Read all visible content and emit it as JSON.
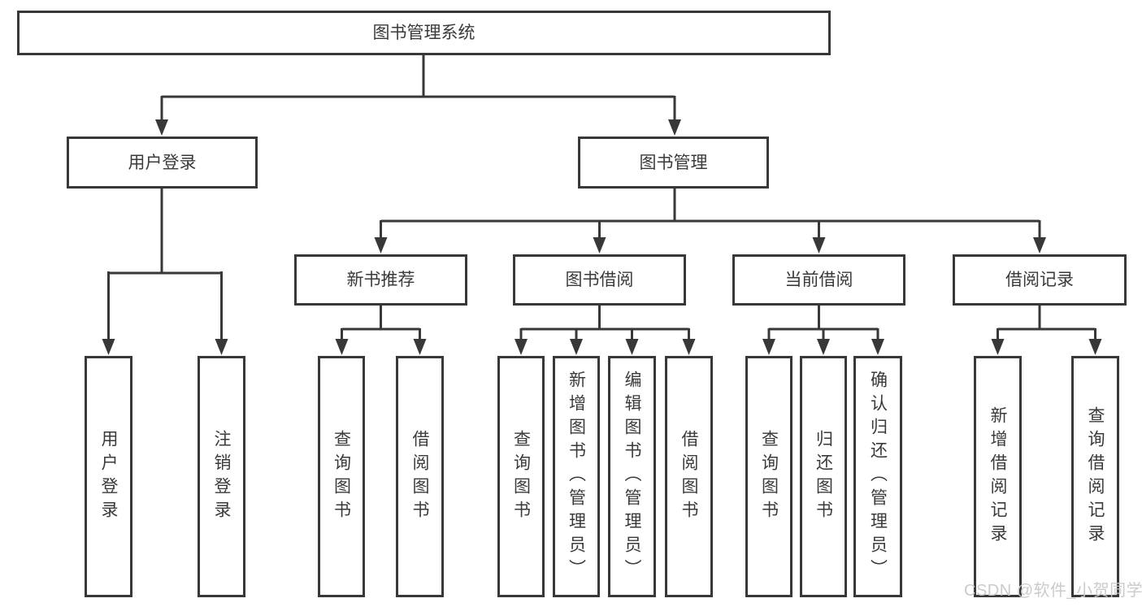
{
  "diagram": {
    "title": "图书管理系统",
    "nodes": {
      "root": "图书管理系统",
      "branches": [
        "用户登录",
        "图书管理"
      ],
      "modules": [
        "新书推荐",
        "图书借阅",
        "当前借阅",
        "借阅记录"
      ],
      "leaves": [
        "用户登录",
        "注销登录",
        "查询图书",
        "借阅图书",
        "查询图书",
        "新增图书（管理员）",
        "编辑图书（管理员）",
        "借阅图书",
        "查询图书",
        "归还图书",
        "确认归还（管理员）",
        "新增借阅记录",
        "查询借阅记录"
      ]
    },
    "colors": {
      "line": "#383838",
      "text": "#3a3a3a",
      "background": "#ffffff",
      "watermark": "#c9c9c9"
    }
  },
  "watermark": "CSDN @软件_小贺同学"
}
